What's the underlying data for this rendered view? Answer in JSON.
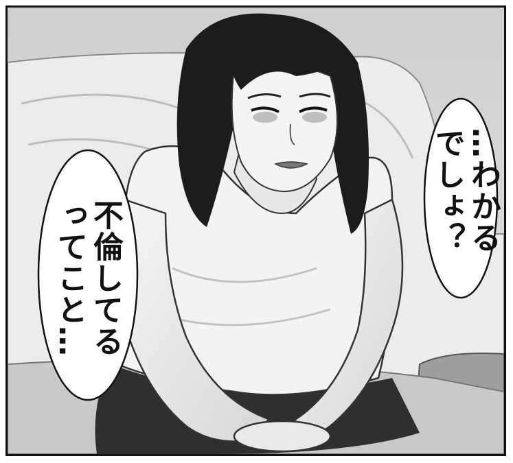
{
  "panel": {
    "bubble_right": {
      "line1": "…わかる",
      "line2": "でしょ？"
    },
    "bubble_left": {
      "line1": "不倫してる",
      "line2": "ってこと…"
    }
  }
}
